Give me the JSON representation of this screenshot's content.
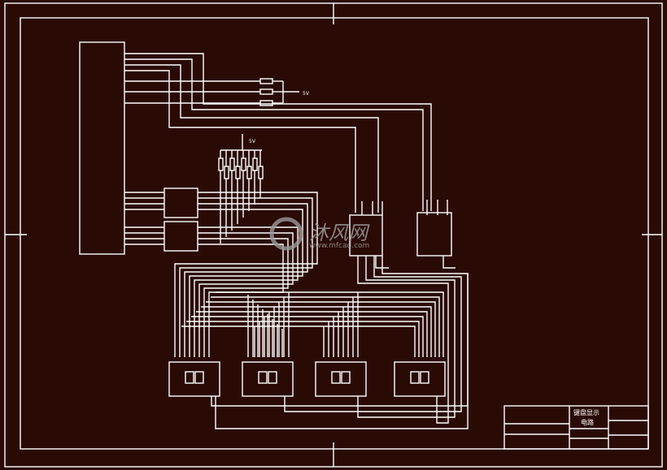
{
  "drawing": {
    "power_label_top": "5V",
    "power_label_pack": "5V",
    "title_block": {
      "title_line1": "键盘显示",
      "title_line2": "电路"
    }
  },
  "watermark": {
    "brand": "沐风网",
    "url": "www.mfcad.com"
  },
  "colors": {
    "background": "#2a0a04",
    "lines": "#ffffff"
  }
}
